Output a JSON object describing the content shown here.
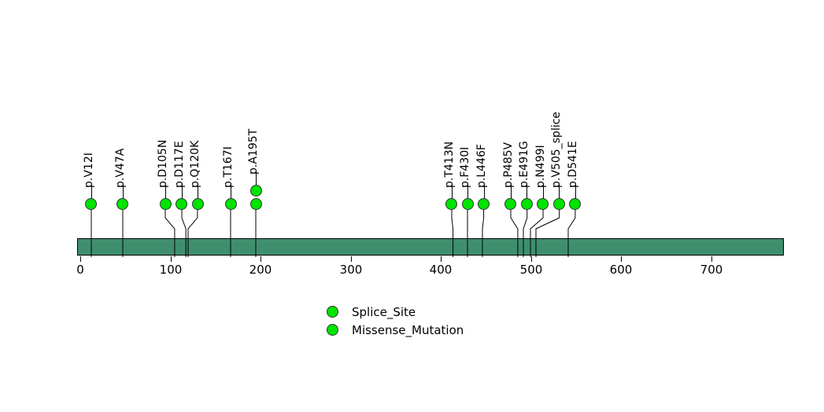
{
  "chart_data": {
    "type": "lollipop",
    "title": "",
    "xlabel": "",
    "ylabel": "",
    "xlim": [
      0,
      781
    ],
    "axis_ticks": [
      0,
      100,
      200,
      300,
      400,
      500,
      600,
      700
    ],
    "axis_tick_labels": [
      "0",
      "100",
      "200",
      "300",
      "400",
      "500",
      "600",
      "700"
    ],
    "protein_length": 781,
    "protein_bar_color": "#3f8f6f",
    "mutation_color": "#00e400",
    "grid": false,
    "legend_position": "bottom-center",
    "mutations": [
      {
        "label": "p.V12I",
        "position": 12,
        "count": 1,
        "type": "Missense_Mutation"
      },
      {
        "label": "p.V47A",
        "position": 47,
        "count": 1,
        "type": "Missense_Mutation"
      },
      {
        "label": "p.D105N",
        "position": 105,
        "count": 1,
        "type": "Missense_Mutation"
      },
      {
        "label": "p.D117E",
        "position": 117,
        "count": 1,
        "type": "Missense_Mutation"
      },
      {
        "label": "p.Q120K",
        "position": 120,
        "count": 1,
        "type": "Missense_Mutation"
      },
      {
        "label": "p.T167I",
        "position": 167,
        "count": 1,
        "type": "Missense_Mutation"
      },
      {
        "label": "p.A195T",
        "position": 195,
        "count": 2,
        "type": "Missense_Mutation"
      },
      {
        "label": "p.T413N",
        "position": 413,
        "count": 1,
        "type": "Missense_Mutation"
      },
      {
        "label": "p.F430I",
        "position": 430,
        "count": 1,
        "type": "Missense_Mutation"
      },
      {
        "label": "p.L446F",
        "position": 446,
        "count": 1,
        "type": "Missense_Mutation"
      },
      {
        "label": "p.P485V",
        "position": 485,
        "count": 1,
        "type": "Missense_Mutation"
      },
      {
        "label": "p.E491G",
        "position": 491,
        "count": 1,
        "type": "Missense_Mutation"
      },
      {
        "label": "p.N499I",
        "position": 499,
        "count": 1,
        "type": "Missense_Mutation"
      },
      {
        "label": "p.V505_splice",
        "position": 505,
        "count": 1,
        "type": "Splice_Site"
      },
      {
        "label": "p.D541E",
        "position": 541,
        "count": 1,
        "type": "Missense_Mutation"
      }
    ]
  },
  "legend": {
    "items": [
      {
        "label": "Splice_Site",
        "color": "#00e400"
      },
      {
        "label": "Missense_Mutation",
        "color": "#00e400"
      }
    ]
  }
}
